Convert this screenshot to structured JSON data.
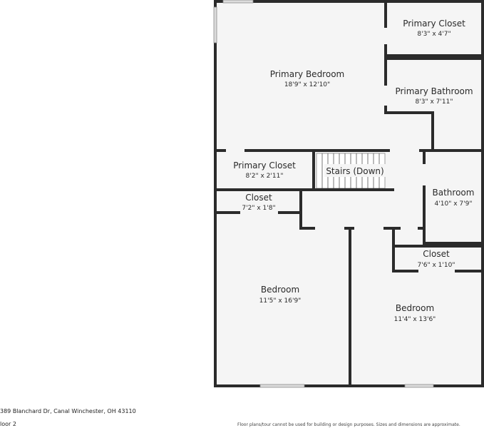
{
  "rooms": {
    "primary_closet_top": {
      "name": "Primary Closet",
      "dim": "8'3\" x 4'7\""
    },
    "primary_bedroom": {
      "name": "Primary Bedroom",
      "dim": "18'9\" x 12'10\""
    },
    "primary_bathroom": {
      "name": "Primary Bathroom",
      "dim": "8'3\" x 7'11\""
    },
    "primary_closet_mid": {
      "name": "Primary Closet",
      "dim": "8'2\" x 2'11\""
    },
    "stairs": {
      "name": "Stairs (Down)"
    },
    "bathroom": {
      "name": "Bathroom",
      "dim": "4'10\" x 7'9\""
    },
    "closet_left": {
      "name": "Closet",
      "dim": "7'2\" x 1'8\""
    },
    "closet_right": {
      "name": "Closet",
      "dim": "7'6\" x 1'10\""
    },
    "bedroom_left": {
      "name": "Bedroom",
      "dim": "11'5\" x 16'9\""
    },
    "bedroom_right": {
      "name": "Bedroom",
      "dim": "11'4\" x 13'6\""
    }
  },
  "footer": {
    "address": "389 Blanchard Dr, Canal Winchester, OH 43110",
    "floor": "loor 2",
    "disclaimer": "Floor plans/tour cannot be used for building or design purposes. Sizes and dimensions are approximate."
  },
  "colors": {
    "wall": "#2b2b2b",
    "floor": "#f5f5f5",
    "window": "#d8d8d8"
  }
}
